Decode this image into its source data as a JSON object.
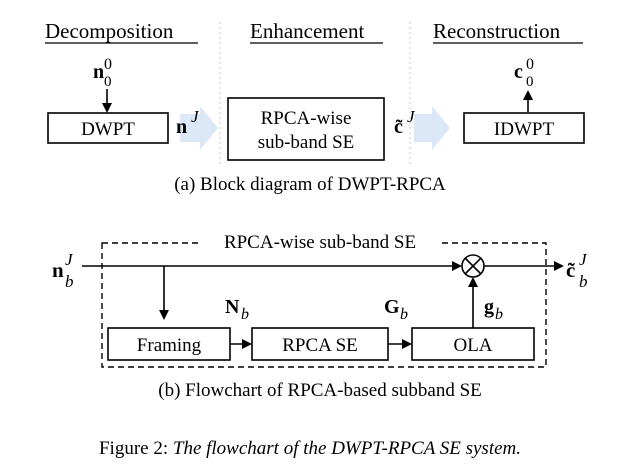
{
  "part_a": {
    "headers": {
      "decomposition": "Decomposition",
      "enhancement": "Enhancement",
      "reconstruction": "Reconstruction"
    },
    "blocks": {
      "dwpt": "DWPT",
      "rpca_line1": "RPCA-wise",
      "rpca_line2": "sub-band SE",
      "idwpt": "IDWPT"
    },
    "symbols": {
      "input_n": "n",
      "input_n_sub": "0",
      "input_n_sup": "0",
      "output_c": "c",
      "output_c_sub": "0",
      "output_c_sup": "0",
      "nJ_base": "n",
      "nJ_sup": "J",
      "cJ_base": "c̃",
      "cJ_sup": "J"
    },
    "caption": "(a) Block diagram of DWPT-RPCA"
  },
  "part_b": {
    "dashed_box_label": "RPCA-wise sub-band SE",
    "blocks": {
      "framing": "Framing",
      "rpca_se": "RPCA SE",
      "ola": "OLA"
    },
    "symbols": {
      "input_base": "n",
      "input_sub": "b",
      "input_sup": "J",
      "output_base": "c̃",
      "output_sub": "b",
      "output_sup": "J",
      "N_base": "N",
      "N_sub": "b",
      "G_base": "G",
      "G_sub": "b",
      "g_base": "g",
      "g_sub": "b",
      "multiply": "⊗"
    },
    "caption": "(b) Flowchart of RPCA-based subband SE"
  },
  "figure_caption": {
    "prefix": "Figure 2: ",
    "text": "The flowchart of the DWPT-RPCA SE system."
  },
  "colors": {
    "ink": "#000000",
    "big_arrow": "#dce8f6",
    "divider": "#c8c8c8"
  }
}
